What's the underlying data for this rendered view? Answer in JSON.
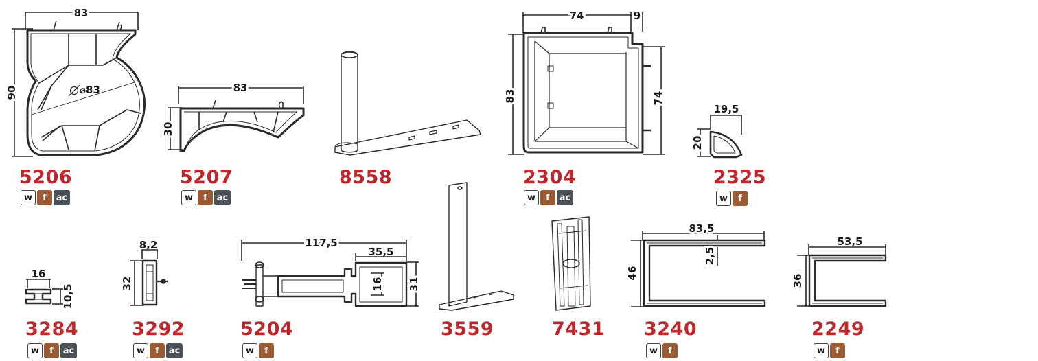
{
  "colors": {
    "code": "#c0272d",
    "finish_f": "#9c5a33",
    "finish_ac": "#4a5159",
    "line": "#2a2a2a"
  },
  "badge_labels": {
    "w": "w",
    "f": "f",
    "ac": "ac"
  },
  "products": [
    {
      "code": "5206",
      "badges": [
        "w",
        "f",
        "ac"
      ],
      "dims": [
        "83",
        "90",
        "⌀83"
      ]
    },
    {
      "code": "5207",
      "badges": [
        "w",
        "f",
        "ac"
      ],
      "dims": [
        "83",
        "30"
      ]
    },
    {
      "code": "8558",
      "badges": [],
      "dims": []
    },
    {
      "code": "2304",
      "badges": [
        "w",
        "f",
        "ac"
      ],
      "dims": [
        "74",
        "9",
        "83",
        "74"
      ]
    },
    {
      "code": "2325",
      "badges": [
        "w",
        "f"
      ],
      "dims": [
        "19,5",
        "20"
      ]
    },
    {
      "code": "3284",
      "badges": [
        "w",
        "f",
        "ac"
      ],
      "dims": [
        "16",
        "10,5"
      ]
    },
    {
      "code": "3292",
      "badges": [
        "w",
        "f",
        "ac"
      ],
      "dims": [
        "8,2",
        "32"
      ]
    },
    {
      "code": "5204",
      "badges": [
        "w",
        "f"
      ],
      "dims": [
        "117,5",
        "35,5",
        "16",
        "31"
      ]
    },
    {
      "code": "3559",
      "badges": [],
      "dims": []
    },
    {
      "code": "7431",
      "badges": [],
      "dims": []
    },
    {
      "code": "3240",
      "badges": [
        "w",
        "f"
      ],
      "dims": [
        "83,5",
        "2,5",
        "46"
      ]
    },
    {
      "code": "2249",
      "badges": [
        "w",
        "f"
      ],
      "dims": [
        "53,5",
        "36"
      ]
    }
  ]
}
